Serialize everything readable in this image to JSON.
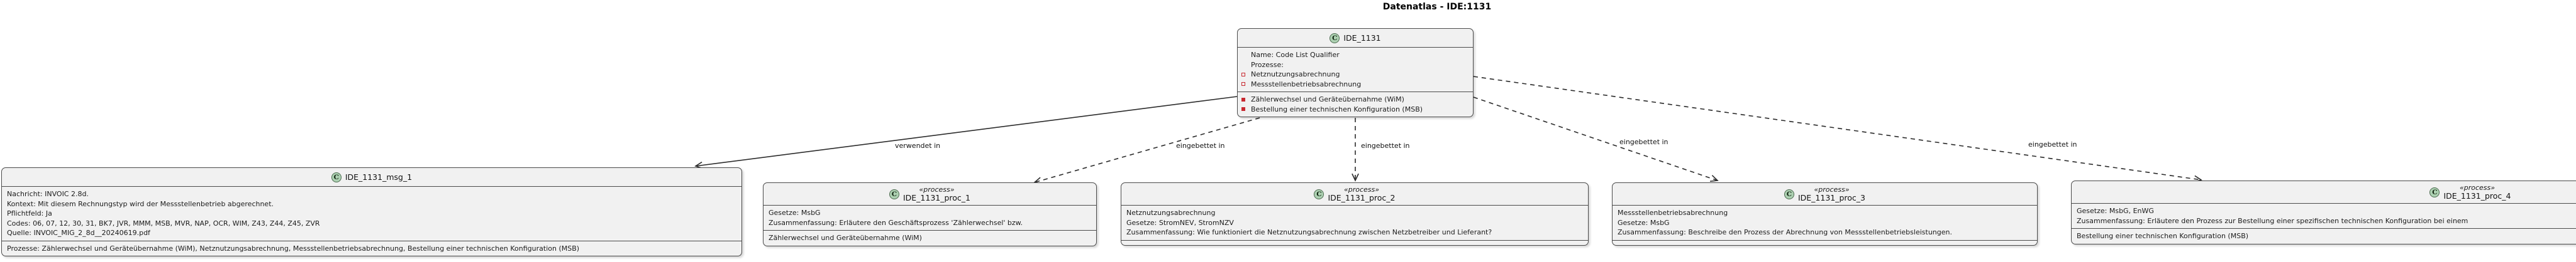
{
  "title": "Datenatlas - IDE:1131",
  "colors": {
    "node_fill": "#f1f1f1",
    "node_border": "#4a4a4a",
    "circle_fill": "#add1b2",
    "member_icon_red": "#c82930",
    "edge_line": "#2b2b2b",
    "background": "#ffffff"
  },
  "nodes": {
    "ide_1131": {
      "circle_letter": "C",
      "name": "IDE_1131",
      "fields": [
        "Name: Code List Qualifier",
        "Prozesse:"
      ],
      "field_items": [
        "Netznutzungsabrechnung",
        "Messstellenbetriebsabrechnung"
      ],
      "methods": [
        "Zählerwechsel und Geräteübernahme (WiM)",
        "Bestellung einer technischen Konfiguration (MSB)"
      ]
    },
    "msg_1": {
      "circle_letter": "C",
      "name": "IDE_1131_msg_1",
      "fields": [
        "Nachricht: INVOIC 2.8d.",
        "Kontext: Mit diesem Rechnungstyp wird der Messstellenbetrieb abgerechnet.",
        "Pflichtfeld: Ja",
        "Codes: 06, 07, 12, 30, 31, BK7, JVR, MMM, MSB, MVR, NAP, OCR, WIM, Z43, Z44, Z45, ZVR",
        "Quelle: INVOIC_MIG_2_8d__20240619.pdf"
      ],
      "methods": [
        "Prozesse: Zählerwechsel und Geräteübernahme (WiM), Netznutzungsabrechnung, Messstellenbetriebsabrechnung, Bestellung einer technischen Konfiguration (MSB)"
      ]
    },
    "proc_1": {
      "circle_letter": "C",
      "stereotype": "«process»",
      "name": "IDE_1131_proc_1",
      "fields": [
        "Gesetze: MsbG",
        "Zusammenfassung: Erläutere den Geschäftsprozess 'Zählerwechsel' bzw."
      ],
      "methods": [
        "Zählerwechsel und Geräteübernahme (WiM)"
      ]
    },
    "proc_2": {
      "circle_letter": "C",
      "stereotype": "«process»",
      "name": "IDE_1131_proc_2",
      "fields": [
        "Netznutzungsabrechnung",
        "Gesetze: StromNEV, StromNZV",
        "Zusammenfassung: Wie funktioniert die Netznutzungsabrechnung zwischen Netzbetreiber und Lieferant?"
      ],
      "methods": []
    },
    "proc_3": {
      "circle_letter": "C",
      "stereotype": "«process»",
      "name": "IDE_1131_proc_3",
      "fields": [
        "Messstellenbetriebsabrechnung",
        "Gesetze: MsbG",
        "Zusammenfassung: Beschreibe den Prozess der Abrechnung von Messstellenbetriebsleistungen."
      ],
      "methods": []
    },
    "proc_4": {
      "circle_letter": "C",
      "stereotype": "«process»",
      "name": "IDE_1131_proc_4",
      "fields": [
        "Gesetze: MsbG, EnWG",
        "Zusammenfassung: Erläutere den Prozess zur Bestellung einer spezifischen technischen Konfiguration bei einem"
      ],
      "methods": [
        "Bestellung einer technischen Konfiguration (MSB)"
      ]
    }
  },
  "edges": [
    {
      "label": "verwendet in",
      "from": "IDE_1131",
      "to": "IDE_1131_msg_1",
      "style": "solid"
    },
    {
      "label": "eingebettet in",
      "from": "IDE_1131",
      "to": "IDE_1131_proc_1",
      "style": "dashed"
    },
    {
      "label": "eingebettet in",
      "from": "IDE_1131",
      "to": "IDE_1131_proc_2",
      "style": "dashed"
    },
    {
      "label": "eingebettet in",
      "from": "IDE_1131",
      "to": "IDE_1131_proc_3",
      "style": "dashed"
    },
    {
      "label": "eingebettet in",
      "from": "IDE_1131",
      "to": "IDE_1131_proc_4",
      "style": "dashed"
    }
  ]
}
